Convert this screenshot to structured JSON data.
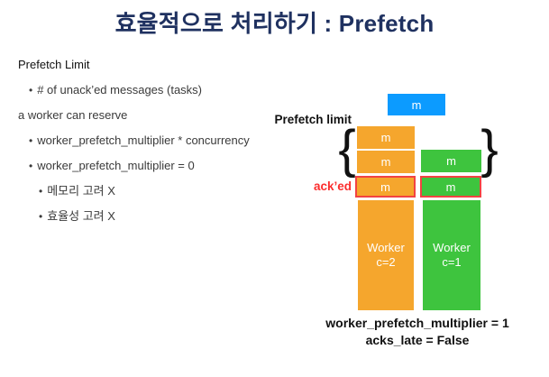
{
  "title": "효율적으로 처리하기 : Prefetch",
  "colors": {
    "navy": "#1f3160",
    "blue": "#0c9bff",
    "orange": "#f5a62d",
    "green": "#3ec43e",
    "red": "#fb2d2d",
    "red-border": "#f24242",
    "heading-text": "#111111",
    "note-text": "#3a3a3a"
  },
  "notes": {
    "heading": "Prefetch Limit",
    "lines": [
      {
        "bullet": "•",
        "text": "# of unack’ed messages (tasks)"
      },
      {
        "bullet": "",
        "text": "a worker can reserve"
      },
      {
        "bullet": "•",
        "text": "worker_prefetch_multiplier * concurrency"
      },
      {
        "bullet": "•",
        "text": "worker_prefetch_multiplier = 0"
      },
      {
        "bullet": "•",
        "text": "메모리 고려 X"
      },
      {
        "bullet": "•",
        "text": "효율성 고려 X"
      }
    ]
  },
  "diagram": {
    "prefetch_limit_label": "Prefetch limit",
    "acked_label": "ack’ed",
    "m": "m",
    "brace_left": "{",
    "brace_right": "}",
    "worker_left": {
      "line1": "Worker",
      "line2": "c=2"
    },
    "worker_right": {
      "line1": "Worker",
      "line2": "c=1"
    },
    "caption_line1": "worker_prefetch_multiplier = 1",
    "caption_line2": "acks_late = False"
  }
}
